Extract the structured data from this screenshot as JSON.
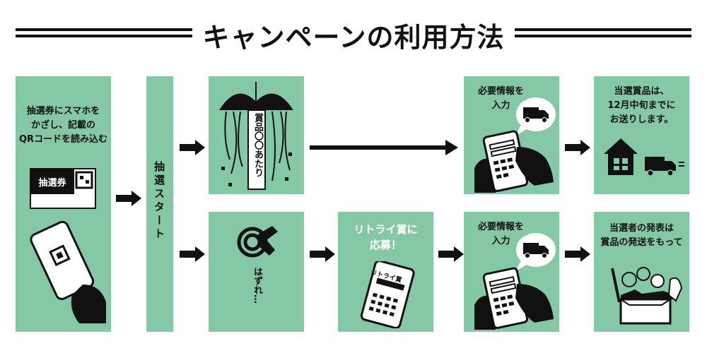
{
  "title": "キャンペーンの利用方法",
  "step_scan": {
    "text": "抽選券にスマホを\nかざし、記載の\nQRコードを読み込む",
    "ticket_label": "抽選券"
  },
  "step_start": {
    "text": "抽選スタート"
  },
  "step_win": {
    "tag_text": "賞品〇〇あたり"
  },
  "step_lose": {
    "text": "はずれ…"
  },
  "step_retry": {
    "text": "リトライ賞に\n応募！",
    "phone_label": "リトライ賞"
  },
  "step_input_top": {
    "text": "必要情報を\n入力"
  },
  "step_input_bottom": {
    "text": "必要情報を\n入力"
  },
  "step_ship_top": {
    "text": "当選賞品は、\n12月中旬までに\nお送りします。"
  },
  "step_ship_bottom": {
    "text": "当選者の発表は\n賞品の発送をもって"
  },
  "colors": {
    "panel": "#85c8a6",
    "ink": "#111111"
  }
}
